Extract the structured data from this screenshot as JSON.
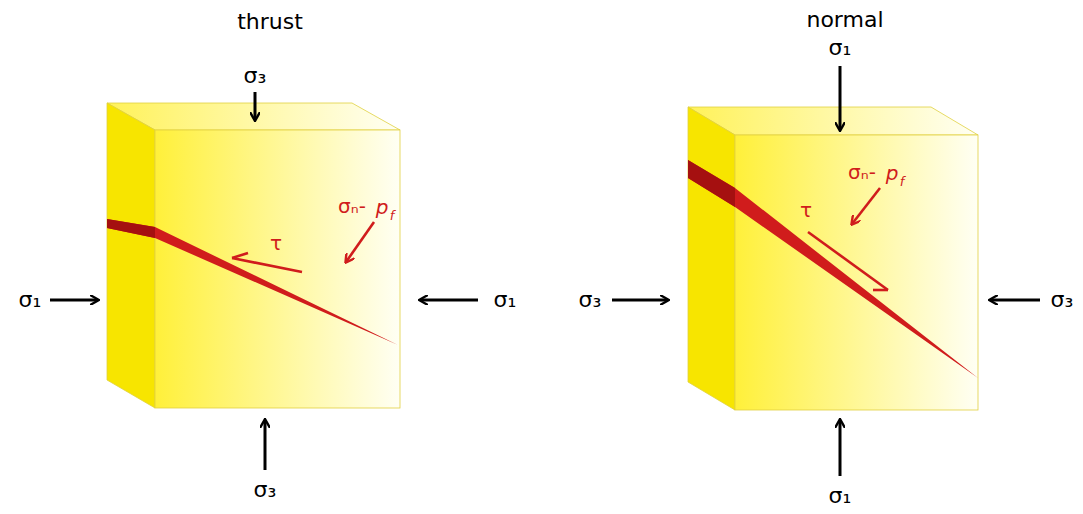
{
  "diagram": {
    "labels": [
      "thrust",
      "σ₃",
      "σ₁",
      "σ₁",
      "σ₃",
      "σₙ-",
      "p",
      "f",
      "τ",
      "normal",
      "σ₁",
      "σ₃",
      "σ₃",
      "σ₁",
      "σₙ-",
      "p",
      "f",
      "τ"
    ]
  }
}
